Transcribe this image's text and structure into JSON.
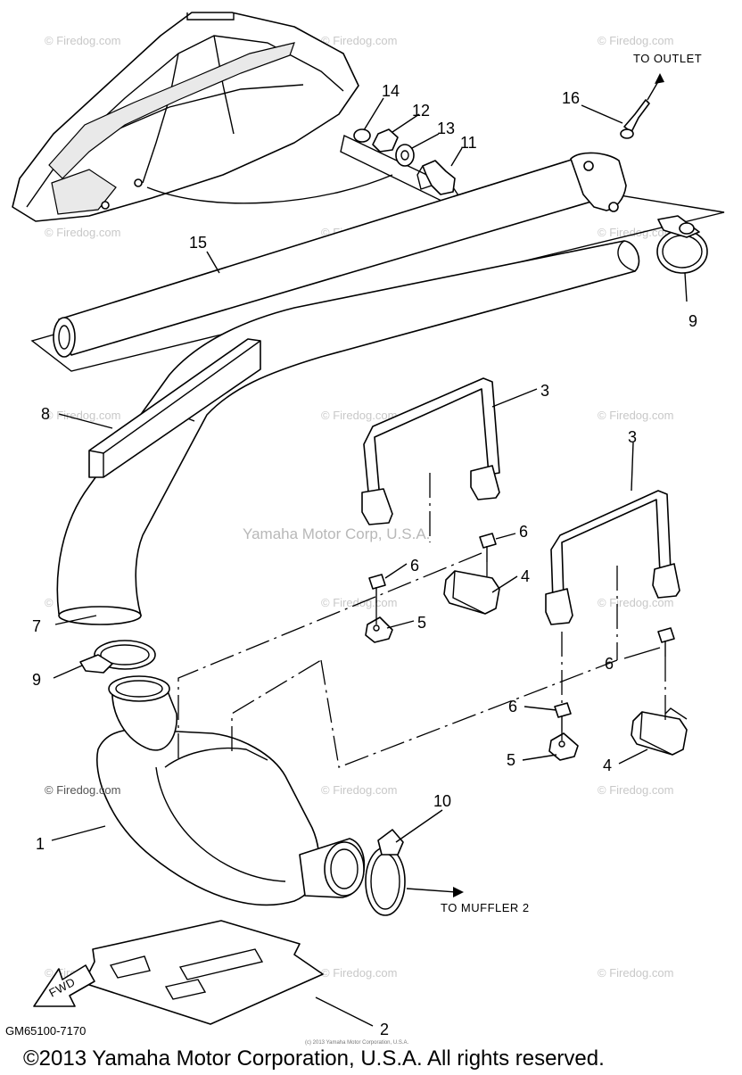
{
  "diagram": {
    "callouts": {
      "c1": "1",
      "c2": "2",
      "c3a": "3",
      "c3b": "3",
      "c4a": "4",
      "c4b": "4",
      "c5a": "5",
      "c5b": "5",
      "c6a": "6",
      "c6b": "6",
      "c6c": "6",
      "c6d": "6",
      "c7": "7",
      "c8": "8",
      "c9a": "9",
      "c9b": "9",
      "c10": "10",
      "c11": "11",
      "c12": "12",
      "c13": "13",
      "c14": "14",
      "c15": "15",
      "c16": "16"
    },
    "notes": {
      "to_outlet": "TO OUTLET",
      "to_muffler": "TO MUFFLER 2",
      "fwd": "FWD"
    },
    "part_code": "GM65100-7170",
    "center_watermark": "Yamaha Motor Corp, U.S.A.",
    "watermark": "© Firedog.com",
    "footer_small": "(c) 2013 Yamaha Motor Corporation, U.S.A.",
    "copyright": "©2013 Yamaha Motor Corporation, U.S.A. All rights reserved."
  }
}
